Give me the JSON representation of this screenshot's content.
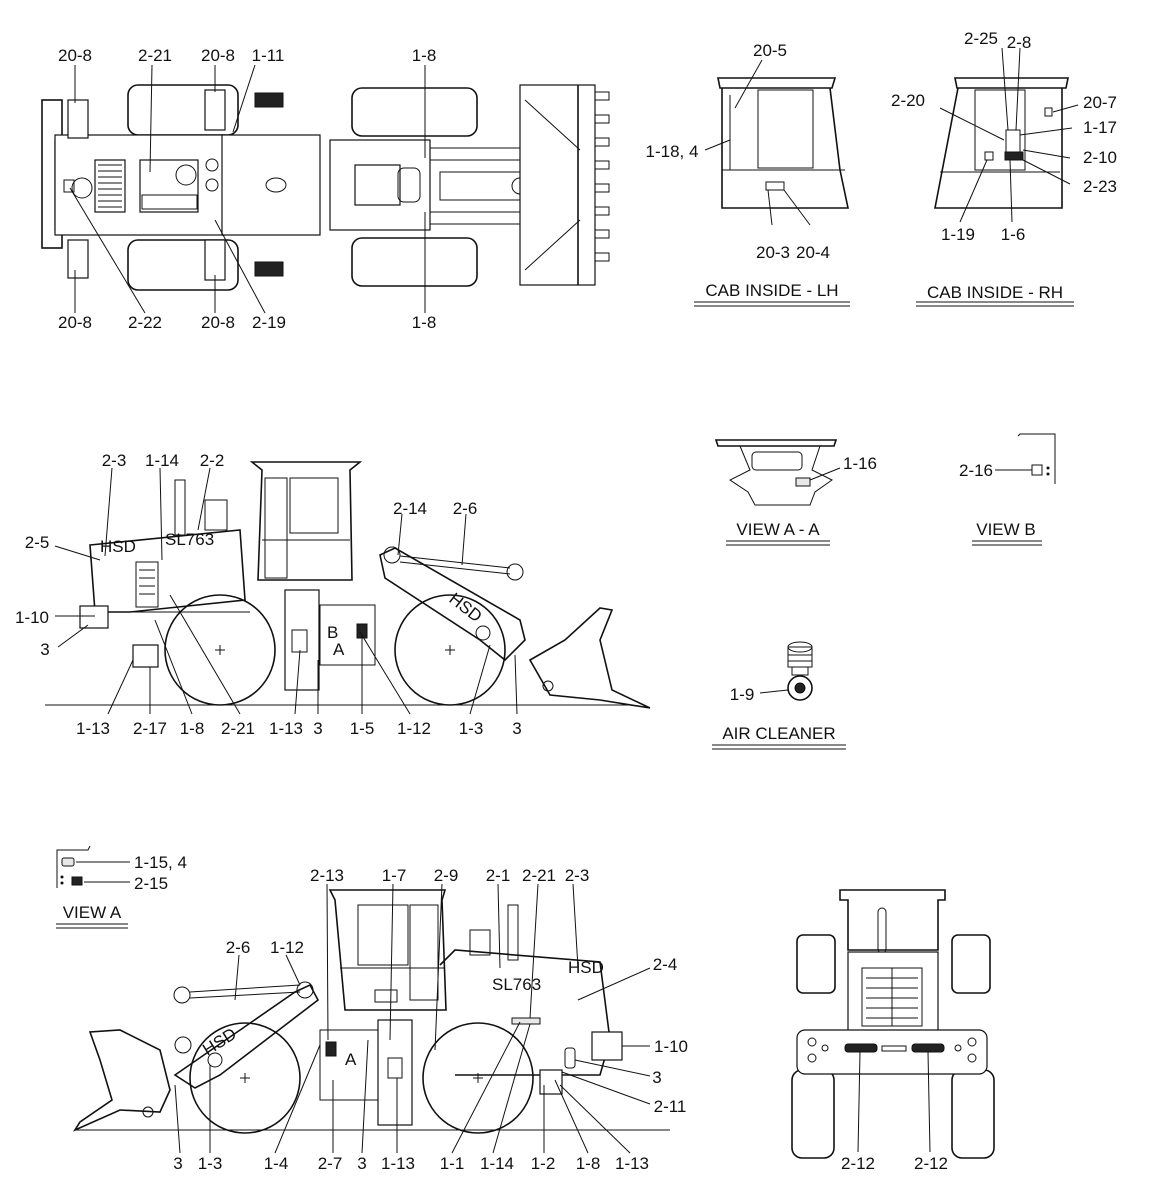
{
  "titles": {
    "cab_lh": "CAB INSIDE - LH",
    "cab_rh": "CAB INSIDE - RH",
    "view_aa": "VIEW A - A",
    "view_b": "VIEW B",
    "air_cleaner": "AIR CLEANER",
    "view_a": "VIEW A"
  },
  "marks": {
    "model": "SL763",
    "brand": "HSD",
    "section_a": "A",
    "section_b": "B"
  },
  "callouts": {
    "top": [
      "20-8",
      "2-21",
      "20-8",
      "1-11",
      "1-8",
      "20-8",
      "2-22",
      "20-8",
      "2-19",
      "1-8"
    ],
    "cab_lh": [
      "20-5",
      "1-18, 4",
      "20-3",
      "20-4"
    ],
    "cab_rh": [
      "2-25",
      "2-8",
      "2-20",
      "20-7",
      "1-17",
      "2-10",
      "2-23",
      "1-19",
      "1-6"
    ],
    "view_aa": [
      "1-16"
    ],
    "view_b": [
      "2-16"
    ],
    "air_cleaner": [
      "1-9"
    ],
    "side_lh": [
      "2-3",
      "1-14",
      "2-2",
      "2-5",
      "2-14",
      "2-6",
      "1-10",
      "3",
      "1-13",
      "2-17",
      "1-8",
      "2-21",
      "1-13",
      "3",
      "1-5",
      "1-12",
      "1-3",
      "3"
    ],
    "view_a": [
      "1-15, 4",
      "2-15"
    ],
    "side_rh": [
      "2-13",
      "1-7",
      "2-9",
      "2-1",
      "2-21",
      "2-3",
      "2-6",
      "1-12",
      "2-4",
      "1-10",
      "3",
      "2-11",
      "3",
      "1-3",
      "1-4",
      "2-7",
      "3",
      "1-13",
      "1-1",
      "1-14",
      "1-2",
      "1-8",
      "1-13"
    ],
    "rear": [
      "2-12",
      "2-12"
    ]
  }
}
